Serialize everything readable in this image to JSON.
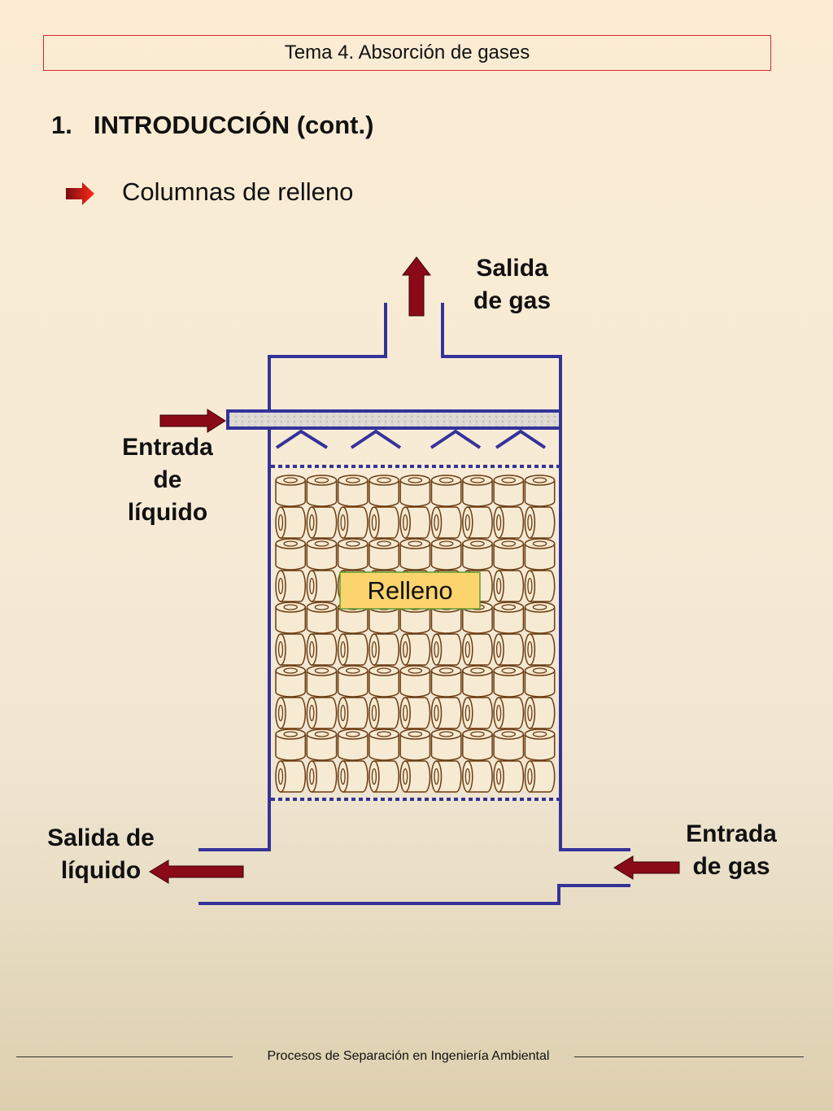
{
  "header": {
    "title": "Tema 4. Absorción de gases"
  },
  "section": {
    "number": "1.",
    "title": "INTRODUCCIÓN (cont.)"
  },
  "bullet": {
    "icon": "arrow-right-icon",
    "text": "Columnas de relleno"
  },
  "diagram": {
    "labels": {
      "gas_out_line1": "Salida",
      "gas_out_line2": "de gas",
      "liquid_in_line1": "Entrada",
      "liquid_in_line2": "de",
      "liquid_in_line3": "líquido",
      "liquid_out_line1": "Salida de",
      "liquid_out_line2": "líquido",
      "gas_in_line1": "Entrada",
      "gas_in_line2": "de gas",
      "packing": "Relleno"
    },
    "colors": {
      "column": "#343399",
      "arrow": "#8b0a18",
      "packing_stroke": "#6b3c12",
      "packing_fill": "#f6ead2",
      "packing_label_bg": "#fcd46e",
      "packing_label_border": "#5c9b2e"
    }
  },
  "footer": {
    "text": "Procesos de Separación en Ingeniería Ambiental"
  }
}
